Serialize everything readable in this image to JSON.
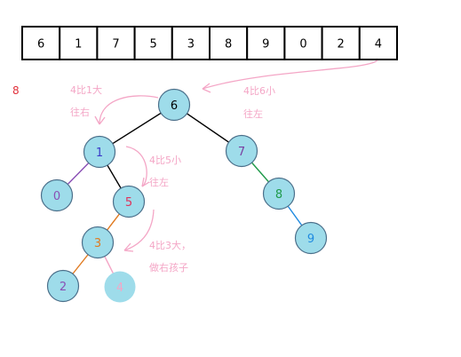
{
  "array": {
    "values": [
      "6",
      "1",
      "7",
      "5",
      "3",
      "8",
      "9",
      "0",
      "2",
      "4"
    ]
  },
  "side_number": "8",
  "annotations": {
    "note_1": {
      "line1": "4比1大",
      "line2": "往右"
    },
    "note_2": {
      "line1": "4比6小",
      "line2": "往左"
    },
    "note_3": {
      "line1": "4比5小",
      "line2": "往左"
    },
    "note_4": {
      "line1": "4比3大，",
      "line2": "做右孩子"
    }
  },
  "nodes": [
    {
      "id": "6",
      "label": "6",
      "label_color": "#000000"
    },
    {
      "id": "1",
      "label": "1",
      "label_color": "#3b3bc8"
    },
    {
      "id": "7",
      "label": "7",
      "label_color": "#7a3fa0"
    },
    {
      "id": "0",
      "label": "0",
      "label_color": "#8a4fb5"
    },
    {
      "id": "5",
      "label": "5",
      "label_color": "#e0305a"
    },
    {
      "id": "8",
      "label": "8",
      "label_color": "#1f9a4a"
    },
    {
      "id": "3",
      "label": "3",
      "label_color": "#e07a20"
    },
    {
      "id": "9",
      "label": "9",
      "label_color": "#1f8ae0"
    },
    {
      "id": "2",
      "label": "2",
      "label_color": "#8a4fb5"
    },
    {
      "id": "4",
      "label": "4",
      "label_color": "#f4a6c6",
      "inserted": true
    }
  ],
  "edges": [
    {
      "from": "6",
      "to": "1",
      "color": "#000000"
    },
    {
      "from": "6",
      "to": "7",
      "color": "#000000"
    },
    {
      "from": "1",
      "to": "0",
      "color": "#8a4fb5"
    },
    {
      "from": "1",
      "to": "5",
      "color": "#000000"
    },
    {
      "from": "7",
      "to": "8",
      "color": "#1f9a4a"
    },
    {
      "from": "5",
      "to": "3",
      "color": "#e07a20"
    },
    {
      "from": "8",
      "to": "9",
      "color": "#1f8ae0"
    },
    {
      "from": "3",
      "to": "2",
      "color": "#e07a20"
    },
    {
      "from": "3",
      "to": "4",
      "color": "#f4a6c6"
    }
  ],
  "colors": {
    "node_fill": "#9edcea",
    "node_stroke": "#4b6f8a",
    "inserted_fill": "#9edcea",
    "annotation": "#f4a6c6",
    "side_number": "#e0303a"
  }
}
